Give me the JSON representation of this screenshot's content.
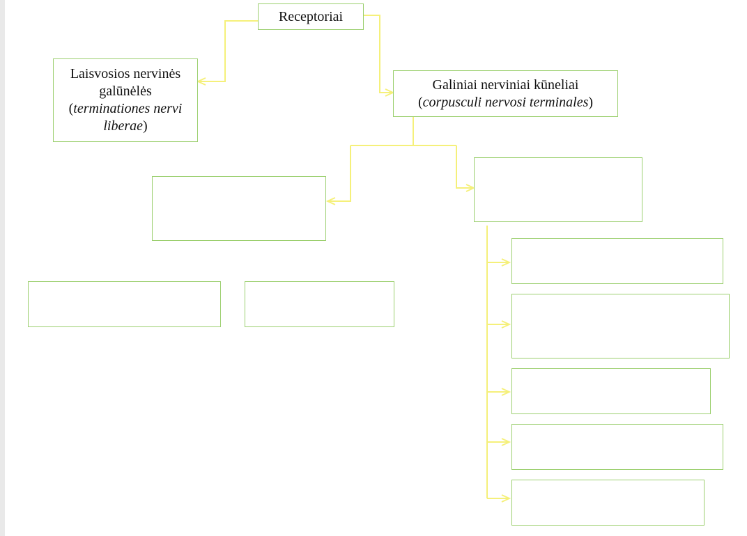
{
  "diagram": {
    "root": {
      "label": "Receptoriai"
    },
    "free_endings": {
      "line1": "Laisvosios nervinės",
      "line2": "galūnėlės",
      "latin_open": "(",
      "latin1": "terminationes nervi",
      "latin2": "liberae",
      "latin_close": ")"
    },
    "corpuscles": {
      "line1": "Galiniai nerviniai kūneliai",
      "latin_open": "(",
      "latin": "corpusculi nervosi  terminales",
      "latin_close": ")"
    },
    "blank_boxes": [
      "",
      "",
      "",
      "",
      "",
      "",
      "",
      "",
      "",
      ""
    ]
  },
  "colors": {
    "box_border": "#9bcf6e",
    "connector": "#f5f07a"
  }
}
